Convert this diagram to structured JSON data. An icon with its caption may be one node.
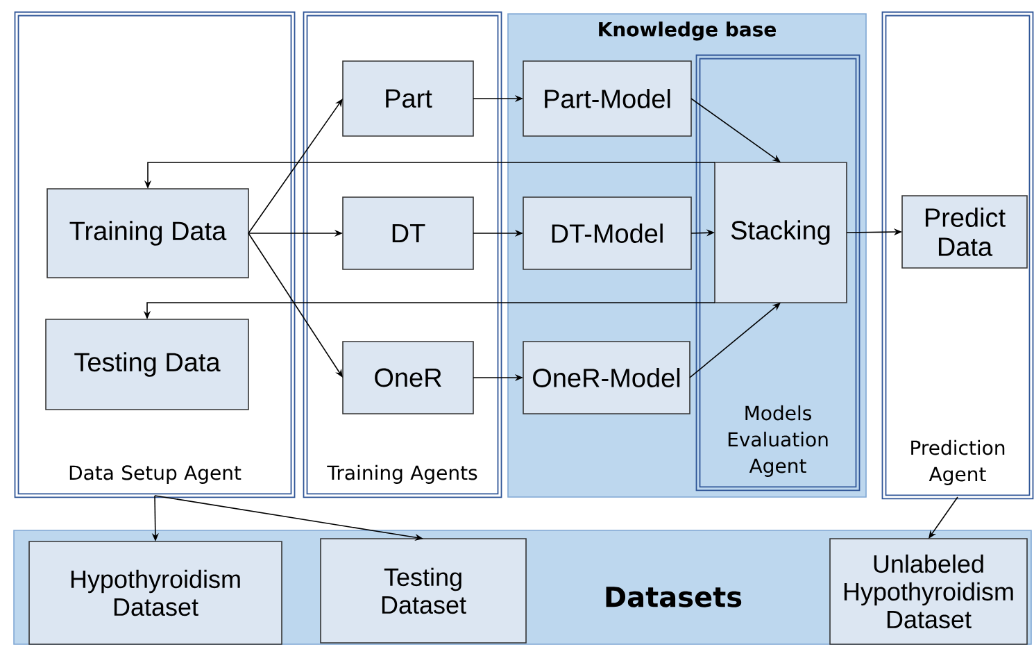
{
  "diagram": {
    "nodes": [
      {
        "text": [
          "Data Setup Agent"
        ]
      },
      {
        "text": [
          "Training Data"
        ],
        "in": 0
      },
      {
        "text": [
          "Testing Data"
        ],
        "in": 0
      },
      {
        "text": [
          "Training Agents"
        ]
      },
      {
        "text": [
          "Part"
        ],
        "in": 3
      },
      {
        "text": [
          "DT"
        ],
        "in": 3
      },
      {
        "text": [
          "OneR"
        ],
        "in": 3
      },
      {
        "text": [
          "Knowledge base"
        ]
      },
      {
        "text": [
          "Part-Model"
        ],
        "in": 7
      },
      {
        "text": [
          "DT-Model"
        ],
        "in": 7
      },
      {
        "text": [
          "OneR-Model"
        ],
        "in": 7
      },
      {
        "text": [
          "Models Evaluation Agent"
        ],
        "in": 7
      },
      {
        "text": [
          "Stacking"
        ],
        "in": 11
      },
      {
        "text": [
          "Prediction Agent"
        ]
      },
      {
        "text": [
          "Predict Data"
        ],
        "in": 13
      },
      {
        "text": [
          "Datasets"
        ]
      },
      {
        "text": [
          "Hypothyroidism Dataset"
        ],
        "in": 15
      },
      {
        "text": [
          "Testing Dataset"
        ],
        "in": 15
      },
      {
        "text": [
          "Unlabeled Hypothyroidism Dataset"
        ],
        "in": 15
      }
    ],
    "edges": [
      {
        "from": 1,
        "to": 4,
        "arrow": "to"
      },
      {
        "from": 1,
        "to": 5,
        "arrow": "to"
      },
      {
        "from": 1,
        "to": 6,
        "arrow": "to"
      },
      {
        "from": 4,
        "to": 8,
        "arrow": "to"
      },
      {
        "from": 5,
        "to": 9,
        "arrow": "to"
      },
      {
        "from": 6,
        "to": 10,
        "arrow": "to"
      },
      {
        "from": 8,
        "to": 12,
        "arrow": "to"
      },
      {
        "from": 9,
        "to": 12,
        "arrow": "to"
      },
      {
        "from": 10,
        "to": 12,
        "arrow": "to"
      },
      {
        "from": 12,
        "to": 14,
        "arrow": "to"
      },
      {
        "from": 12,
        "to": 1,
        "arrow": "to"
      },
      {
        "from": 12,
        "to": 2,
        "arrow": "to"
      },
      {
        "from": 0,
        "to": 16,
        "arrow": "to"
      },
      {
        "from": 0,
        "to": 17,
        "arrow": "to"
      },
      {
        "from": 13,
        "to": 18,
        "arrow": "to"
      }
    ]
  }
}
